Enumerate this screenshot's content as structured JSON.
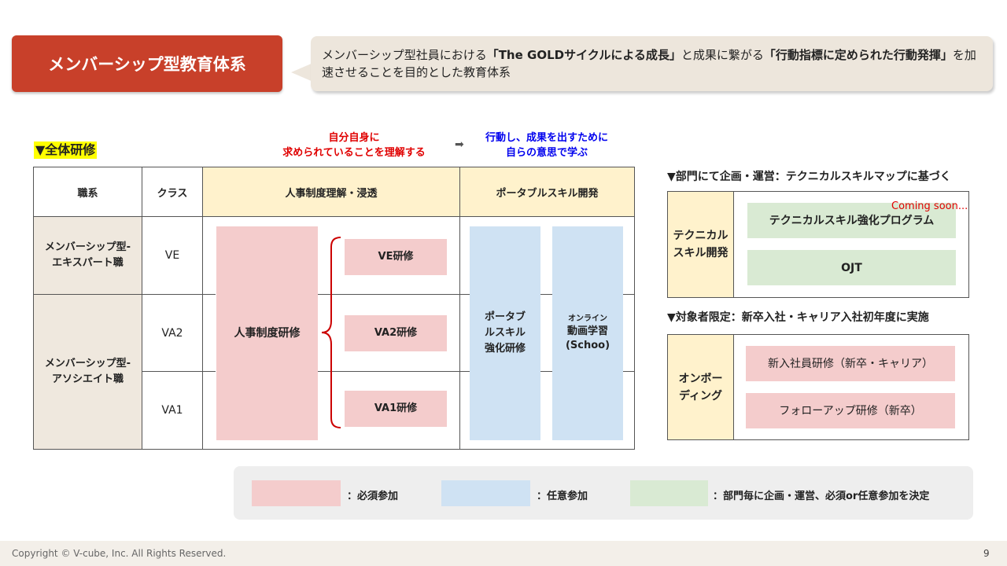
{
  "header": {
    "title": "メンバーシップ型教育体系",
    "callout_pre": "メンバーシップ型社員における",
    "callout_b1": "「The GOLDサイクルによる成長」",
    "callout_mid": "と成果に繋がる",
    "callout_b2": "「行動指標に定められた行動発揮」",
    "callout_post": "を加速させることを目的とした教育体系"
  },
  "overall": {
    "section_label": "▼全体研修",
    "note_red_1": "自分自身に",
    "note_red_2": "求められていることを理解する",
    "arrow": "➡",
    "note_blue_1": "行動し、成果を出すために",
    "note_blue_2": "自らの意思で学ぶ",
    "headers": {
      "job": "職系",
      "class": "クラス",
      "hr": "人事制度理解・浸透",
      "portable": "ポータブルスキル開発"
    },
    "job_expert": "メンバーシップ型-\nエキスパート職",
    "job_associate": "メンバーシップ型-\nアソシエイト職",
    "classes": [
      "VE",
      "VA2",
      "VA1"
    ],
    "hr_training": "人事制度研修",
    "class_trainings": [
      "VE研修",
      "VA2研修",
      "VA1研修"
    ],
    "portable_training": "ポータブ\nルスキル\n強化研修",
    "online_small": "オンライン",
    "online_main": "動画学習\n(Schoo)"
  },
  "technical": {
    "section_label": "▼部門にて企画・運営：テクニカルスキルマップに基づく",
    "category": "テクニカル\nスキル開発",
    "programs": [
      "テクニカルスキル強化プログラム",
      "OJT"
    ],
    "coming_soon": "Coming soon..."
  },
  "onboarding": {
    "section_label": "▼対象者限定：新卒入社・キャリア入社初年度に実施",
    "category": "オンボー\nディング",
    "programs": [
      "新入社員研修（新卒・キャリア）",
      "フォローアップ研修（新卒）"
    ]
  },
  "legend": {
    "items": [
      {
        "label": "：必須参加",
        "color": "#f4cccc"
      },
      {
        "label": "：任意参加",
        "color": "#cfe2f3"
      },
      {
        "label": "：部門毎に企画・運営、必須or任意参加を決定",
        "color": "#d9ead3"
      }
    ]
  },
  "footer": {
    "copyright": "Copyright © V-cube, Inc. All Rights Reserved.",
    "page_number": "9"
  },
  "colors": {
    "title_bg": "#c8402a",
    "callout_bg": "#ede6dc",
    "required": "#f4cccc",
    "optional": "#cfe2f3",
    "department": "#d9ead3",
    "header_cream": "#fff2cc",
    "job_beige": "#efe8de",
    "highlight": "#ffff00",
    "note_red": "#e00000",
    "note_blue": "#0000ee"
  }
}
